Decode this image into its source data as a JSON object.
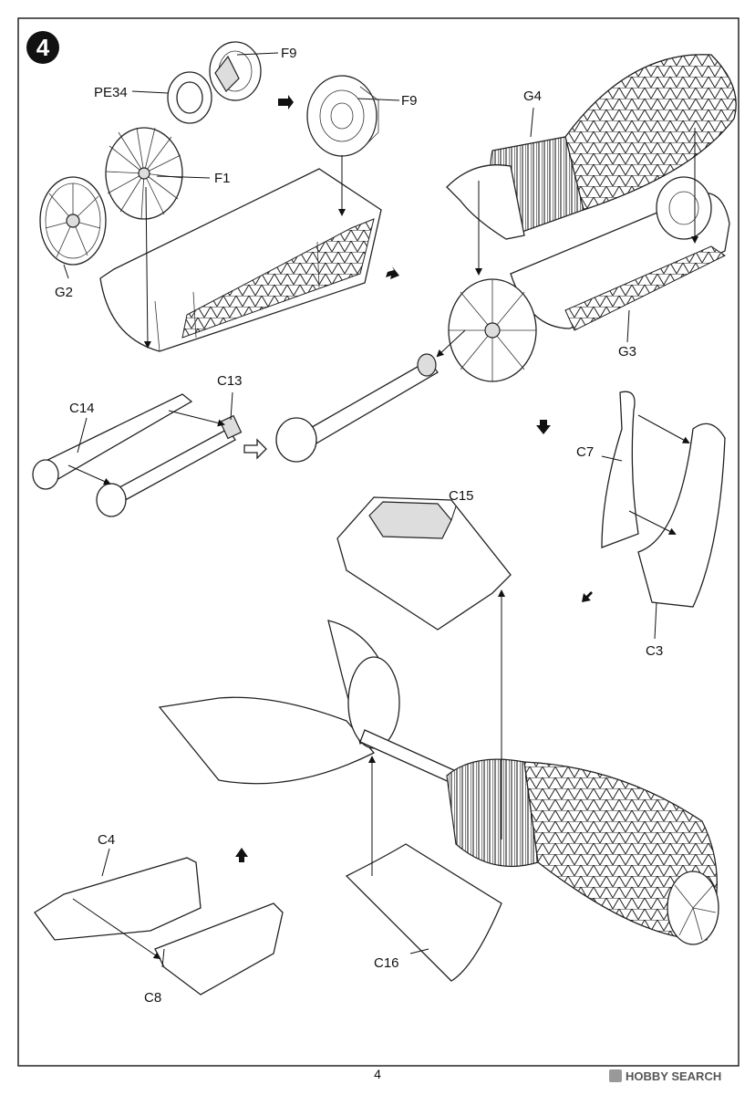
{
  "step": "4",
  "page_number": "4",
  "watermark": "HOBBY SEARCH",
  "labels": {
    "F9_a": "F9",
    "F9_b": "F9",
    "PE34": "PE34",
    "F1": "F1",
    "G2": "G2",
    "G4": "G4",
    "G3": "G3",
    "C14": "C14",
    "C13": "C13",
    "C7": "C7",
    "C15": "C15",
    "C3": "C3",
    "C4": "C4",
    "C8": "C8",
    "C16": "C16"
  }
}
